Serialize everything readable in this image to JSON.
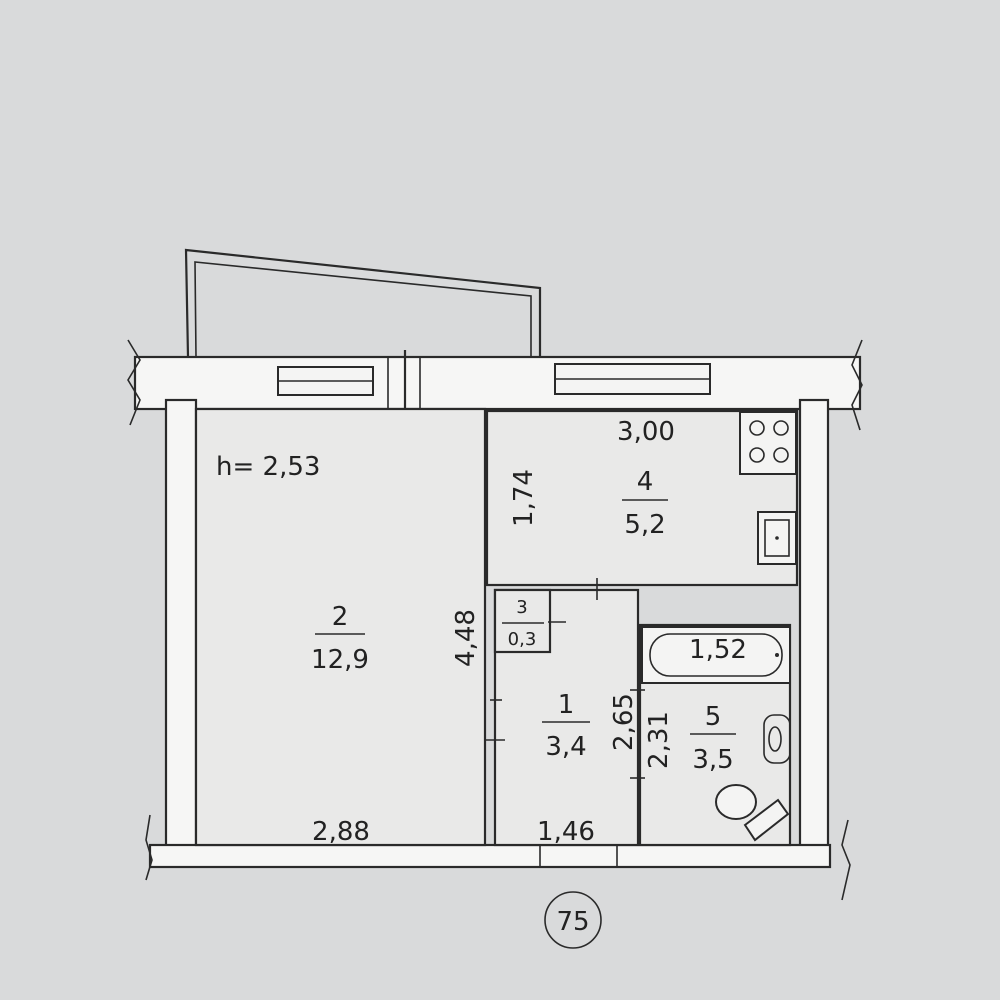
{
  "plan": {
    "ceiling_height": "h= 2,53",
    "building_number": "75",
    "rooms": [
      {
        "number": "1",
        "area": "3,4"
      },
      {
        "number": "2",
        "area": "12,9"
      },
      {
        "number": "3",
        "area": "0,3"
      },
      {
        "number": "4",
        "area": "5,2"
      },
      {
        "number": "5",
        "area": "3,5"
      }
    ],
    "dimensions": {
      "room2_width": "2,88",
      "room2_depth": "4,48",
      "room1_width": "1,46",
      "room1_depth": "2,65",
      "kitchen_width": "3,00",
      "kitchen_depth": "1,74",
      "bath_width": "1,52",
      "bath_depth": "2,31"
    }
  },
  "colors": {
    "paper": "#d9dadb",
    "wall": "#f6f6f5",
    "line": "#2a2a2a"
  }
}
